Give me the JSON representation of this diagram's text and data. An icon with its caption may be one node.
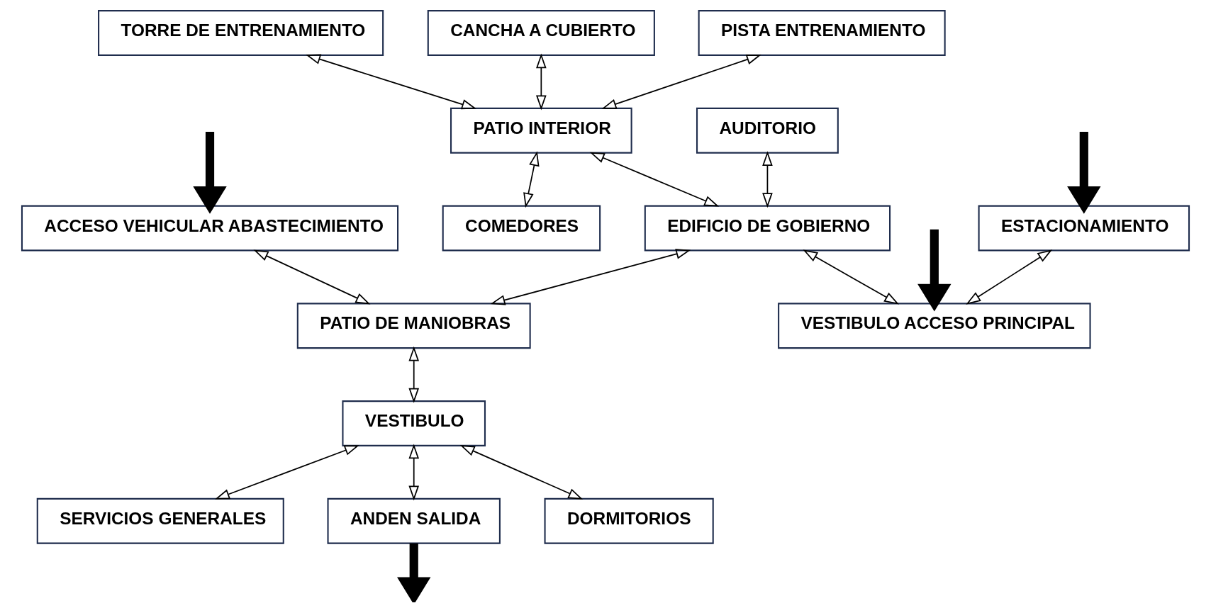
{
  "diagram": {
    "nodes": [
      {
        "text": [
          "TORRE DE ENTRENAMIENTO"
        ]
      },
      {
        "text": [
          "CANCHA A CUBIERTO"
        ]
      },
      {
        "text": [
          "PISTA ENTRENAMIENTO"
        ]
      },
      {
        "text": [
          "PATIO INTERIOR"
        ]
      },
      {
        "text": [
          "COMEDORES"
        ]
      },
      {
        "text": [
          "ACCESO VEHICULAR ABASTECIMIENTO"
        ]
      },
      {
        "text": [
          "EDIFICIO DE GOBIERNO"
        ]
      },
      {
        "text": [
          "AUDITORIO"
        ]
      },
      {
        "text": [
          "PATIO DE MANIOBRAS"
        ]
      },
      {
        "text": [
          "VESTIBULO"
        ]
      },
      {
        "text": [
          "SERVICIOS GENERALES"
        ]
      },
      {
        "text": [
          "ANDEN SALIDA"
        ]
      },
      {
        "text": [
          "ESTACIONAMIENTO"
        ]
      },
      {
        "text": [
          "VESTIBULO ACCESO PRINCIPAL"
        ]
      },
      {
        "text": [
          "DORMITORIOS"
        ]
      }
    ],
    "edges": [
      {
        "from": 0,
        "to": 3,
        "arrow": "both"
      },
      {
        "from": 1,
        "to": 3,
        "arrow": "both"
      },
      {
        "from": 2,
        "to": 3,
        "arrow": "both"
      },
      {
        "from": 3,
        "to": 4,
        "arrow": "both"
      },
      {
        "from": 3,
        "to": 6,
        "arrow": "both"
      },
      {
        "from": 7,
        "to": 6,
        "arrow": "both"
      },
      {
        "from": 6,
        "to": 8,
        "arrow": "both"
      },
      {
        "from": 5,
        "to": 8,
        "arrow": "both"
      },
      {
        "from": 8,
        "to": 9,
        "arrow": "both"
      },
      {
        "from": 9,
        "to": 10,
        "arrow": "both"
      },
      {
        "from": 9,
        "to": 11,
        "arrow": "both"
      },
      {
        "from": 6,
        "to": 13,
        "arrow": "both"
      },
      {
        "from": 12,
        "to": 13,
        "arrow": "both"
      },
      {
        "from": 9,
        "to": 14,
        "arrow": "both"
      },
      {
        "from": null,
        "to": 5,
        "arrow": "to",
        "style": "thick"
      },
      {
        "from": null,
        "to": 12,
        "arrow": "to",
        "style": "thick"
      },
      {
        "from": null,
        "to": 13,
        "arrow": "to",
        "style": "thick"
      },
      {
        "from": 11,
        "to": null,
        "arrow": "to",
        "style": "thick"
      }
    ]
  }
}
